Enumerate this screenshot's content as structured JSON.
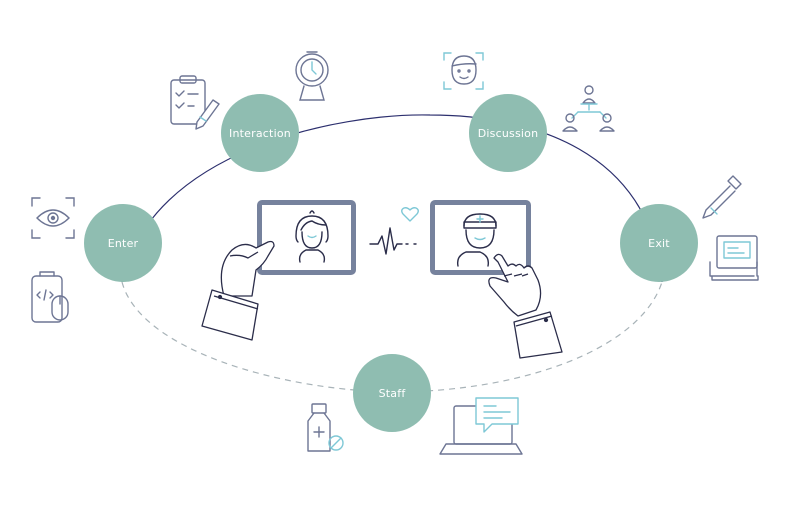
{
  "nodes": {
    "enter": "Enter",
    "interaction": "Interaction",
    "discussion": "Discussion",
    "exit": "Exit",
    "staff": "Staff"
  },
  "colors": {
    "node_fill": "#8fbdb1",
    "top_path": "#2c2f6e",
    "dashed_path": "#a8b3b8",
    "icon_stroke": "#6d7594",
    "accent": "#7ec8d6",
    "tablet_frame": "#76829d"
  },
  "icons": [
    "eye-scan-icon",
    "phone-document-icon",
    "clipboard-pen-icon",
    "pressure-gauge-icon",
    "face-scan-icon",
    "team-hierarchy-icon",
    "dropper-icon",
    "laptop-chart-icon",
    "medicine-bottle-icon",
    "computer-chat-icon",
    "heartbeat-icon",
    "heart-icon"
  ]
}
